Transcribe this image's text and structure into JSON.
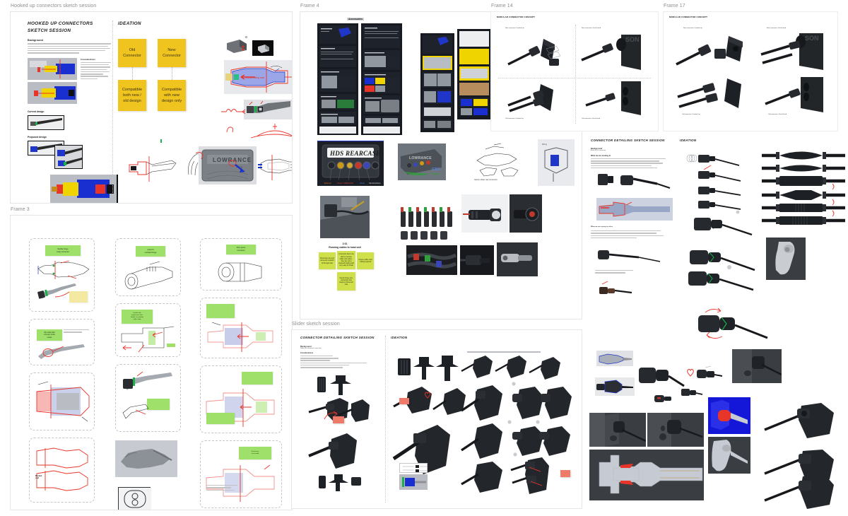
{
  "canvas": {
    "background": "#ffffff",
    "accent_yellow": "#efc41f",
    "accent_green": "#9ee06a",
    "accent_red": "#e8352a",
    "accent_blue": "#1a2fd0",
    "frame_label_color": "#8d8d8d"
  },
  "frames": [
    {
      "id": "hooked-up",
      "label": "Hooked up connectors sketch session"
    },
    {
      "id": "frame-3",
      "label": "Frame 3"
    },
    {
      "id": "frame-4",
      "label": "Frame 4"
    },
    {
      "id": "frame-14",
      "label": "Frame 14"
    },
    {
      "id": "frame-17",
      "label": "Frame 17"
    },
    {
      "id": "slider",
      "label": "Slider sketch session"
    }
  ],
  "hooked_up": {
    "title_line1": "HOOKED UP CONNECTORS",
    "title_line2": "SKETCH SESSION",
    "background_heading": "Background",
    "considerations_heading": "Considerations",
    "current_design_label": "Current design",
    "proposed_design_label": "Proposed design",
    "ideation_heading": "IDEATION",
    "stickies": [
      {
        "id": "old-connector",
        "text": "Old\nConnector"
      },
      {
        "id": "new-connector",
        "text": "New\nConnector"
      },
      {
        "id": "compat-both",
        "text": "Compatible\nboth new /\nold design"
      },
      {
        "id": "compat-new",
        "text": "Compatible\nwith new\ndesign only"
      }
    ],
    "brand_text": "LOWRANCE",
    "brand_sub": "HDS"
  },
  "frame_3": {
    "cards": [
      {
        "id": "flexible-hinge",
        "note": "flexible hinge\nsnap connector"
      },
      {
        "id": "clip-weld",
        "note": "clip weld with\nconnect knob\nsnaps"
      },
      {
        "id": "press-fit",
        "note": "press fit\nmoulded hinge"
      },
      {
        "id": "double-ridge",
        "note": "Double side\ncompression lock.\nHarder to assemble\nrubber ridge"
      },
      {
        "id": "flow-press",
        "note": "Flow press\nconnector"
      },
      {
        "id": "rubber-seal",
        "note": "rubber\ndouble seal"
      },
      {
        "id": "bonded-seal",
        "note": "Bonded\nseal"
      },
      {
        "id": "round-seal",
        "note": "Round seal\nover-mould"
      }
    ]
  },
  "frame_4": {
    "deck_title": "Accessories",
    "rearcase_title": "HDS REARCASE",
    "rearcase_ports": [
      "Ethernet",
      "Power / NMEA2000",
      "Sonar",
      "Structure Scan"
    ],
    "brand_text": "LOWRANCE",
    "cad_caption": "Garmin sticker rear connectors",
    "timestamp": "2:31",
    "timestamp_caption": "Running cables to head unit",
    "notes": [
      "Mounting hole and connector wouldn't fit through hole",
      "Connector has to be able to remove cable unit easily - they are not a stressed looking and very easy to break",
      "Unique cable tools cutting required",
      "Needs hinge anti-pull action that keeps to Nmea 2k hole"
    ]
  },
  "frame_14": {
    "title": "MODULAR CONNECTOR CONCEPT",
    "quadrants": [
      {
        "id": "q1",
        "label": "New connector / hooked up"
      },
      {
        "id": "q2",
        "label": "New connector / flush flared"
      },
      {
        "id": "q3",
        "label": "Old connector / hooked up"
      },
      {
        "id": "q4",
        "label": "Old connector / flush flared"
      }
    ]
  },
  "frame_17": {
    "title": "MODULAR CONNECTOR CONCEPT",
    "quadrants": [
      {
        "id": "q1",
        "label": "New connector / hooked up"
      },
      {
        "id": "q2",
        "label": "New connector / flush flared"
      },
      {
        "id": "q3",
        "label": "Old connector / hooked up"
      },
      {
        "id": "q4",
        "label": "Old connector / flush flared"
      }
    ]
  },
  "connector_detailing_right": {
    "title": "CONNECTOR DETAILING SKETCH SESSION",
    "background_heading": "Background",
    "background_sub": "Basis for the connector",
    "considerations_heading": "What we are looking at",
    "footer_note": "What we are trying to solve"
  },
  "ideation_right": {
    "title": "IDEATION"
  },
  "slider_session": {
    "title": "CONNECTOR DETAILING SKETCH SESSION",
    "background_heading": "Background",
    "background_sub": "Slider and connector connection",
    "considerations_heading": "Considerations"
  },
  "ideation_slider": {
    "title": "IDEATION"
  }
}
